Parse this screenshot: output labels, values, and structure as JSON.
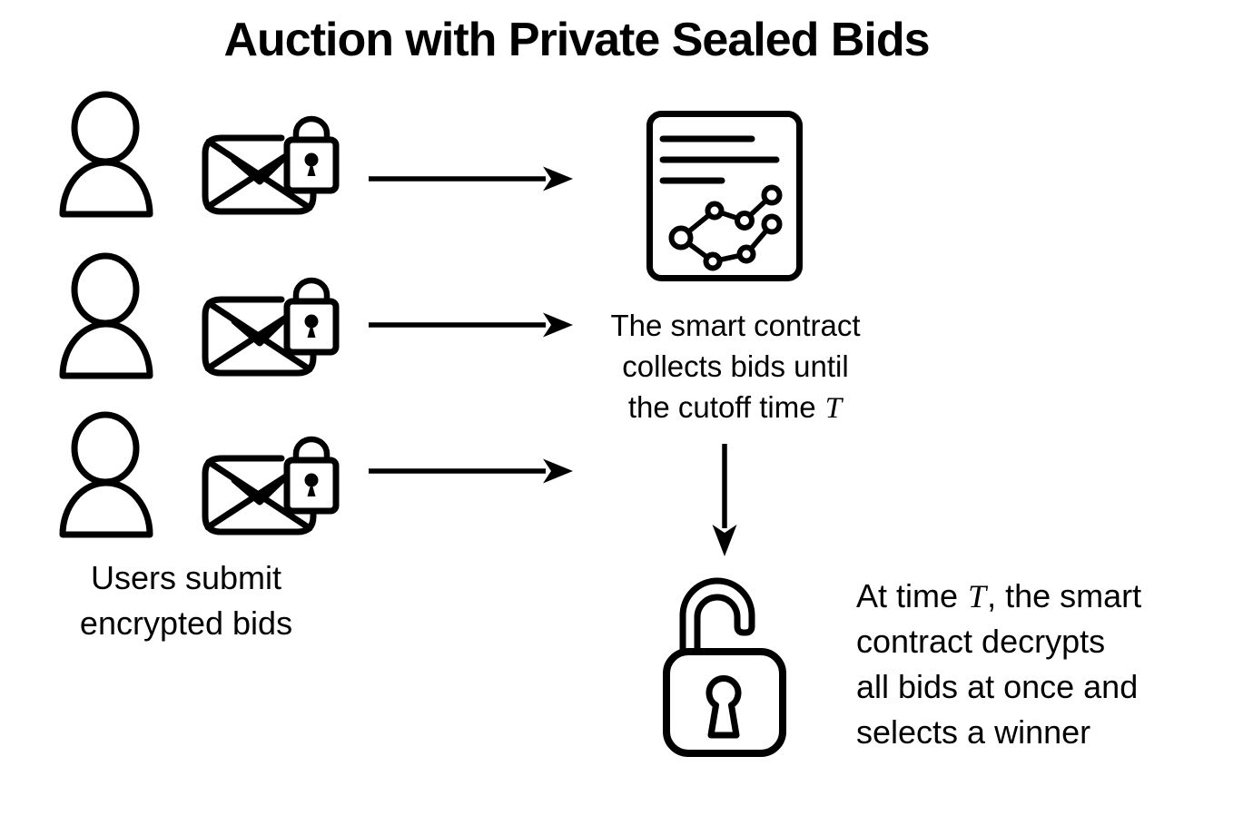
{
  "page": {
    "background": "#ffffff",
    "ink": "#000000"
  },
  "title": "Auction with Private Sealed Bids",
  "users_group": {
    "bidder_count": 3,
    "caption": {
      "line1": "Users submit",
      "line2": "encrypted bids"
    }
  },
  "contract_note": {
    "line1": "The smart contract",
    "line2": "collects bids until",
    "line3_prefix": "the cutoff time ",
    "line3_T": "T"
  },
  "decrypt_note": {
    "line1_prefix": "At time ",
    "line1_T": "T",
    "line1_suffix": ", the smart",
    "line2": "contract decrypts",
    "line3": "all bids at once and",
    "line4": "selects a winner"
  },
  "icons": {
    "user": "person-icon",
    "encrypted_bid": "envelope-lock-icon",
    "arrow_right": "arrow-right-icon",
    "smart_contract": "smart-contract-document-icon",
    "arrow_down": "arrow-down-icon",
    "open_lock": "open-padlock-icon"
  }
}
